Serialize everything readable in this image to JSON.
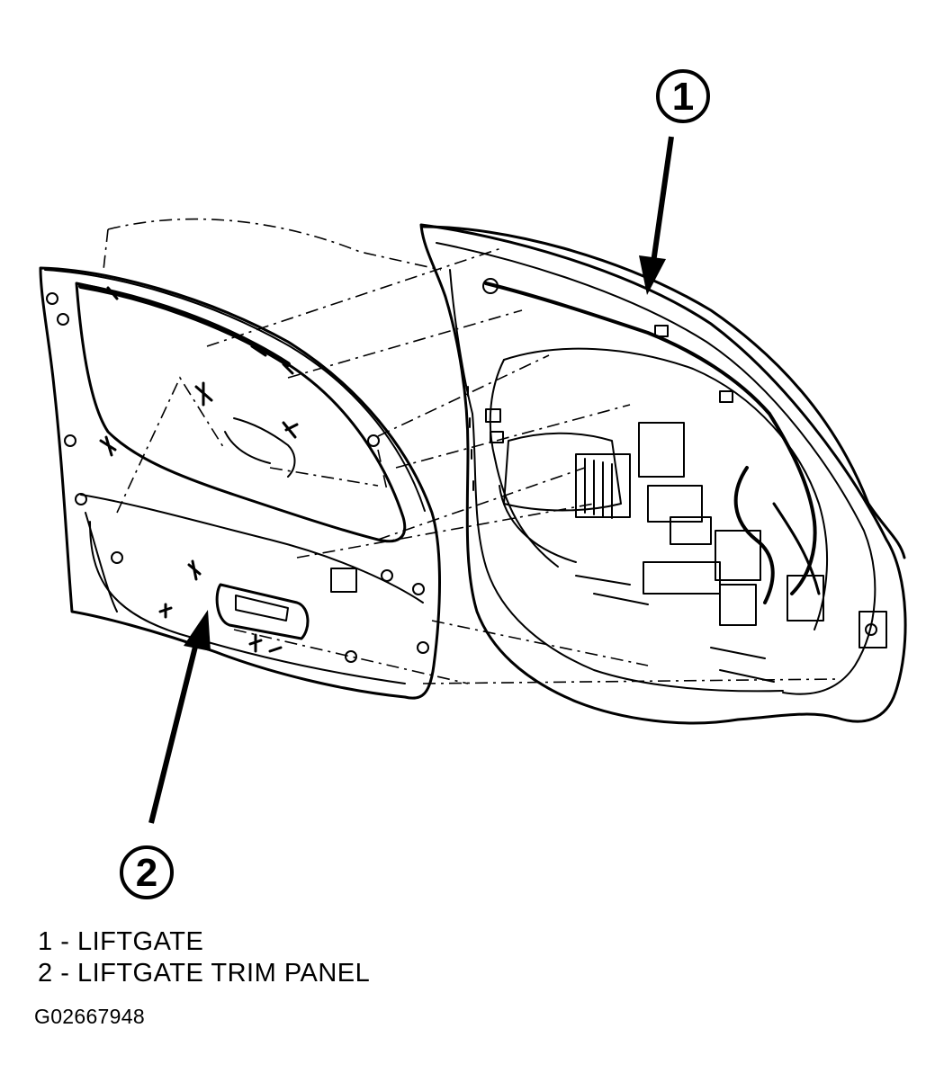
{
  "callouts": [
    {
      "number": "1"
    },
    {
      "number": "2"
    }
  ],
  "legend": [
    {
      "number": "1",
      "separator": "-",
      "label": "LIFTGATE"
    },
    {
      "number": "2",
      "separator": "-",
      "label": "LIFTGATE TRIM PANEL"
    }
  ],
  "figure_id": "G02667948"
}
